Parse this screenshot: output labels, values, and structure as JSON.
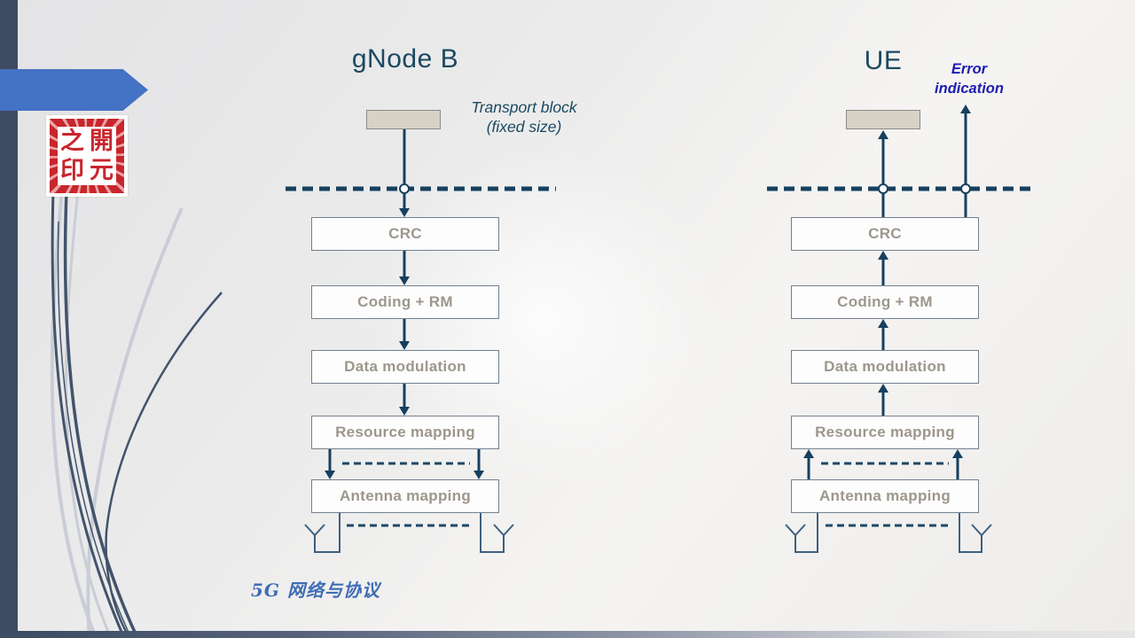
{
  "gnodeb": {
    "title": "gNode B",
    "transport_block_label": {
      "line1": "Transport block",
      "line2": "(fixed size)"
    },
    "blocks": [
      "CRC",
      "Coding + RM",
      "Data modulation",
      "Resource mapping",
      "Antenna mapping"
    ]
  },
  "ue": {
    "title": "UE",
    "error_indication": {
      "line1": "Error",
      "line2": "indication"
    },
    "blocks": [
      "CRC",
      "Coding + RM",
      "Data modulation",
      "Resource mapping",
      "Antenna mapping"
    ]
  },
  "footer": {
    "course_label": "5G 网络与协议"
  },
  "seal": {
    "chars": [
      "之",
      "開",
      "印",
      "元"
    ]
  },
  "colors": {
    "accent_blue": "#4472c4",
    "title_navy": "#1b4961",
    "line_navy": "#16405f",
    "error_blue": "#1e1db0",
    "box_text_gray": "#9d978c",
    "transport_fill": "#d8d2c6",
    "seal_red": "#c8262c",
    "left_bar_slate": "#3e4c63",
    "footer_blue": "#3f6db5"
  }
}
